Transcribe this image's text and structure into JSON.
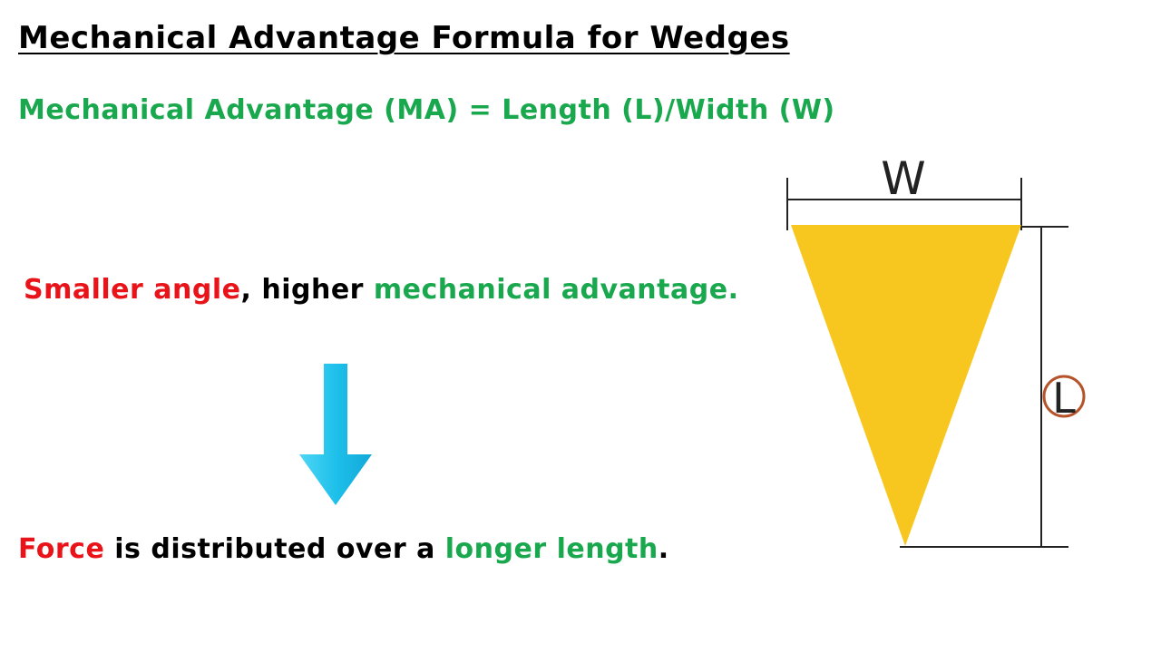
{
  "title": "Mechanical Advantage Formula for Wedges",
  "formula": "Mechanical Advantage (MA) = Length (L)/Width (W)",
  "statement1": {
    "part1": "Smaller",
    "part2": " ",
    "part3": "angle",
    "part4": ", higher ",
    "part5": "mechanical advantage",
    "part6": "."
  },
  "statement2": {
    "part1": "Force",
    "part2": " is distributed over a ",
    "part3": "longer length",
    "part4": "."
  },
  "diagram": {
    "width_label": "W",
    "length_label": "L"
  },
  "colors": {
    "green": "#1aa84e",
    "red": "#e8141a",
    "wedge": "#f8c71f",
    "arrow": "#1ec0ea",
    "circle": "#b5532a"
  },
  "icons": {
    "arrow": "down-arrow-icon"
  }
}
